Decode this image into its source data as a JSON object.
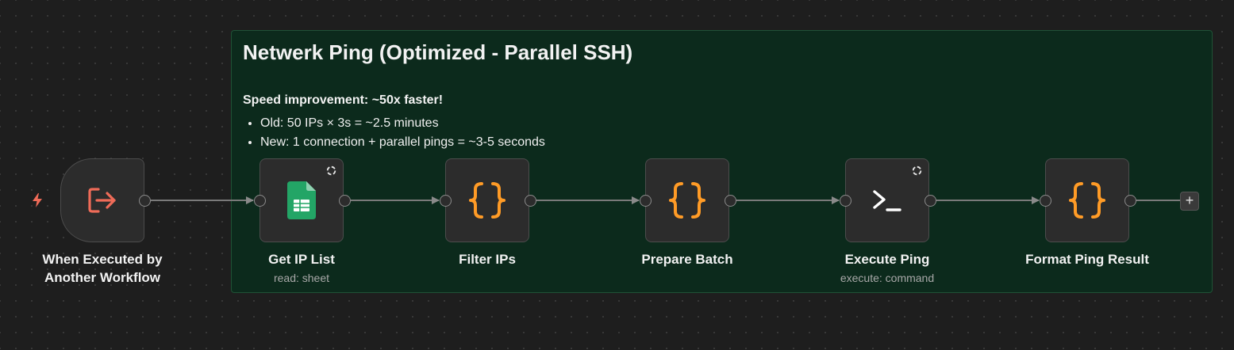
{
  "sticky": {
    "title": "Netwerk Ping (Optimized - Parallel SSH)",
    "subtitle": "Speed improvement: ~50x faster!",
    "bullets": [
      "Old: 50 IPs × 3s = ~2.5 minutes",
      "New: 1 connection + parallel pings = ~3-5 seconds"
    ],
    "background_color": "#0c2a1c"
  },
  "nodes": [
    {
      "label": "When Executed by Another Workflow",
      "sub": "",
      "icon": "sign-out-icon",
      "icon_color": "#ef6b58"
    },
    {
      "label": "Get IP List",
      "sub": "read: sheet",
      "icon": "google-sheets-icon",
      "icon_color": "#23a566"
    },
    {
      "label": "Filter IPs",
      "sub": "",
      "icon": "code-braces-icon",
      "icon_color": "#ff9b26"
    },
    {
      "label": "Prepare Batch",
      "sub": "",
      "icon": "code-braces-icon",
      "icon_color": "#ff9b26"
    },
    {
      "label": "Execute Ping",
      "sub": "execute: command",
      "icon": "terminal-icon",
      "icon_color": "#ffffff"
    },
    {
      "label": "Format Ping Result",
      "sub": "",
      "icon": "code-braces-icon",
      "icon_color": "#ff9b26"
    }
  ],
  "add_button": {
    "label": "+"
  }
}
